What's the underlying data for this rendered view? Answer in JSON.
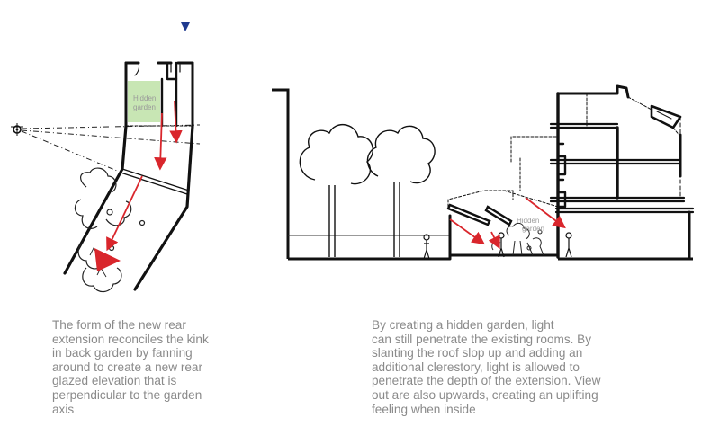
{
  "plan": {
    "garden_label_line1": "Hidden",
    "garden_label_line2": "garden"
  },
  "section": {
    "garden_label_line1": "Hidden",
    "garden_label_line2": "garden"
  },
  "captions": {
    "left": [
      "The form of the new rear",
      "extension reconciles the kink",
      "in back garden by fanning",
      "around to create a new rear",
      "glazed elevation that is",
      "perpendicular to the garden",
      "axis"
    ],
    "right": [
      "By creating a hidden garden, light",
      "can still penetrate the existing rooms. By",
      "slanting the roof slop up and adding an",
      "additional clerestory, light is allowed to",
      "penetrate the depth of the extension. View",
      "out are also upwards, creating an uplifting",
      "feeling when inside"
    ]
  },
  "colors": {
    "arrow_red": "#d9262c",
    "north_marker_blue": "#1f3a8f",
    "garden_green": "#c8e6b4",
    "caption_gray": "#8a8a8a",
    "line_black": "#111111"
  },
  "icons": {
    "north_marker": "triangle-down-icon",
    "viewer_eye": "eye-icon"
  }
}
